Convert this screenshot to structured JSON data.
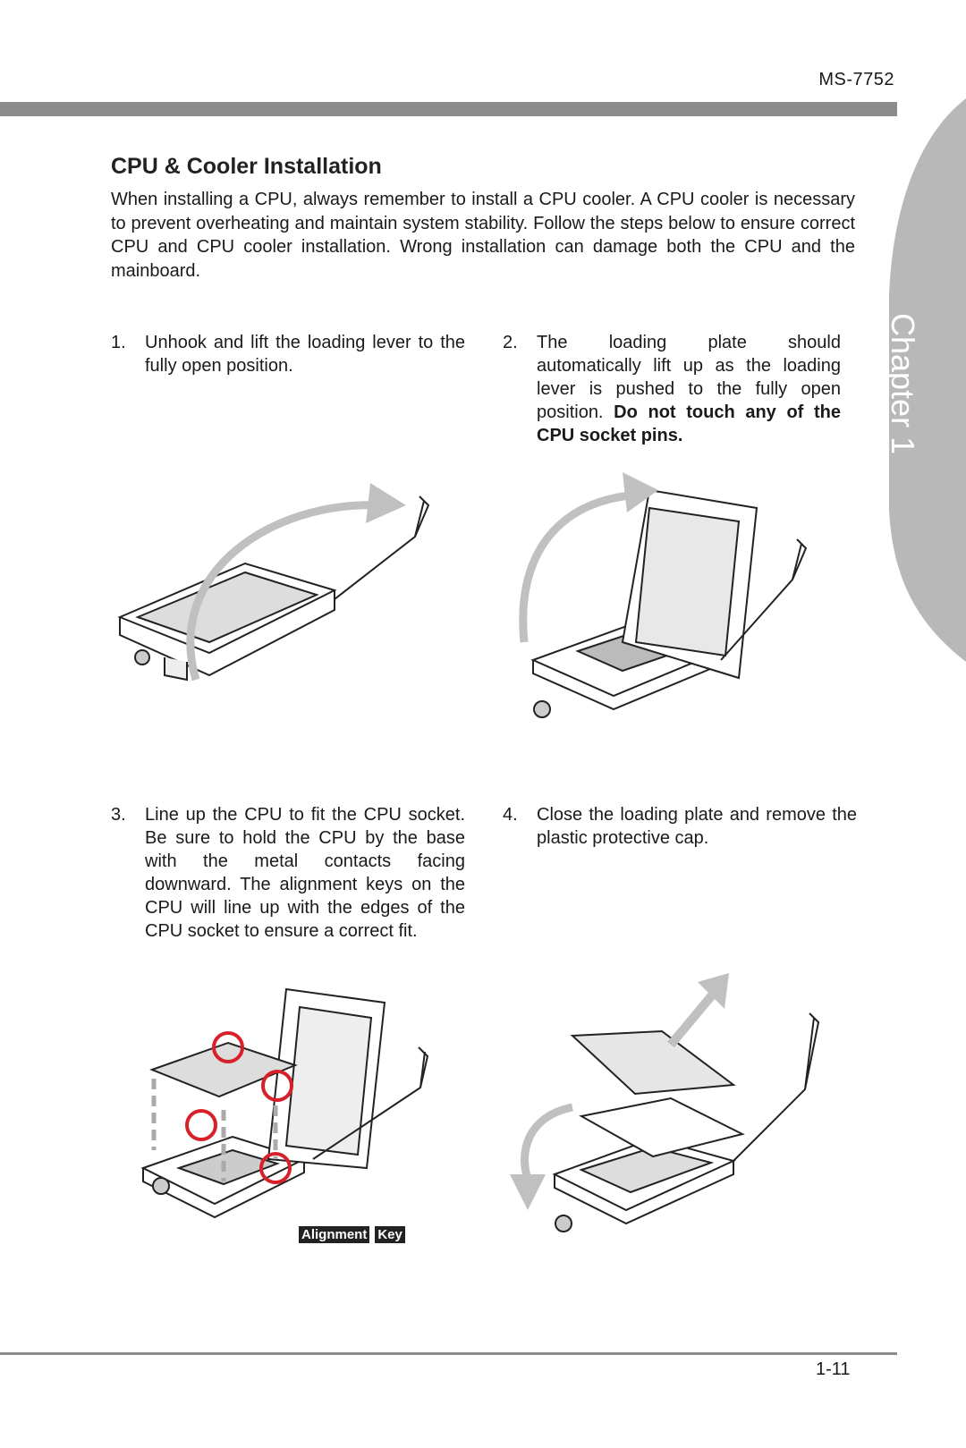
{
  "header": {
    "model": "MS-7752"
  },
  "side_tab": {
    "label": "Chapter 1"
  },
  "section": {
    "title": "CPU & Cooler Installation",
    "intro": "When installing a CPU, always remember to install a CPU cooler. A CPU cooler is necessary to prevent overheating and maintain system stability. Follow the steps below to ensure correct CPU and CPU cooler installation. Wrong installation can damage both the CPU and the mainboard."
  },
  "steps": [
    {
      "num": "1.",
      "text": "Unhook and lift the loading lever to the fully open position.",
      "warning": ""
    },
    {
      "num": "2.",
      "text": "The loading plate should automatically lift up as the loading lever is pushed to the fully open position.",
      "warning": "Do not touch any of the CPU socket pins."
    },
    {
      "num": "3.",
      "text": "Line up the CPU to fit the CPU socket. Be sure to hold the CPU by the base with the metal contacts facing downward. The alignment keys on the CPU will line up with the edges of the CPU socket to ensure a correct fit.",
      "warning": ""
    },
    {
      "num": "4.",
      "text": "Close the loading plate and remove the plastic protective cap.",
      "warning": ""
    }
  ],
  "figure_labels": {
    "alignment_key_1": "Alignment",
    "alignment_key_2": "Key"
  },
  "footer": {
    "page": "1-11"
  },
  "colors": {
    "bar": "#8c8c8c",
    "tab": "#b8b8b8",
    "arrow": "#c0c0c0",
    "alignment_circle": "#d8202a"
  }
}
